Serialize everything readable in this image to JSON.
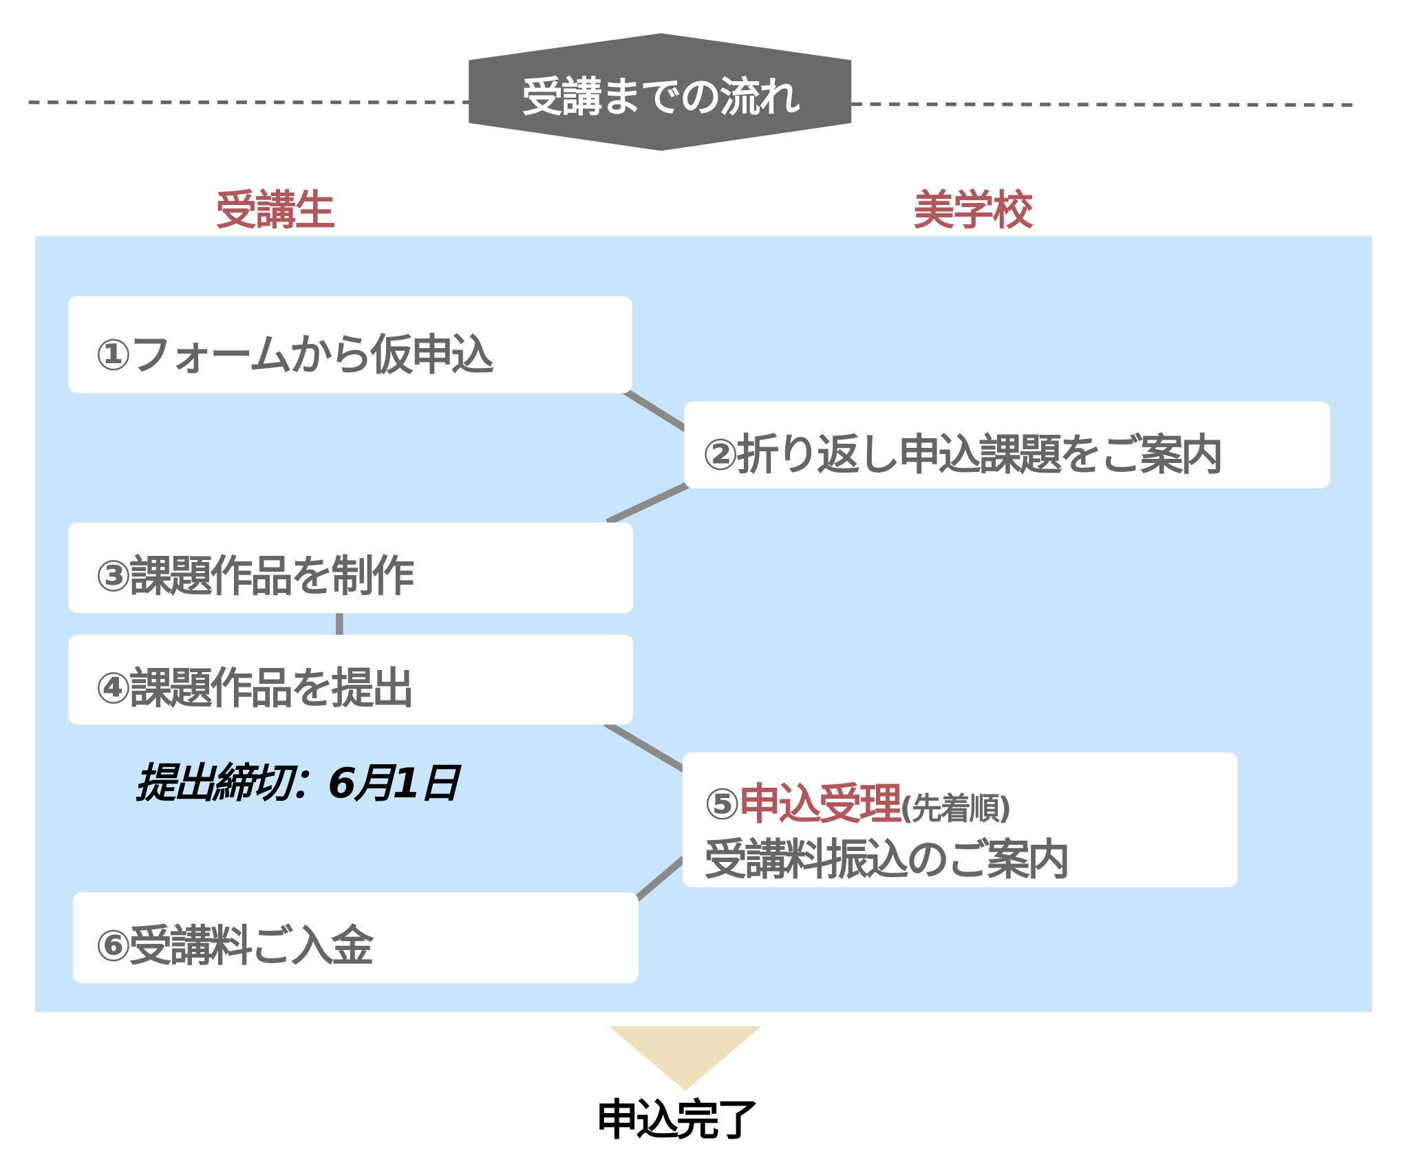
{
  "title": "受講までの流れ",
  "columns": {
    "student": "受講生",
    "school": "美学校"
  },
  "steps": [
    {
      "text": "①フォームから仮申込"
    },
    {
      "text": "②折り返し申込課題をご案内"
    },
    {
      "text": "③課題作品を制作"
    },
    {
      "text": "④課題作品を提出"
    },
    {
      "number": "⑤",
      "highlight": "申込受理",
      "note": "(先着順)",
      "line2": "受講料振込のご案内"
    },
    {
      "text": "⑥受講料ご入金"
    }
  ],
  "deadline": "提出締切：6月1日",
  "result": "申込完了",
  "colors": {
    "accent": "#b0585c",
    "panel": "#c9e4fd",
    "badge": "#6a6a6a",
    "arrow": "#ede0bb",
    "connector": "#8a8a8a"
  }
}
